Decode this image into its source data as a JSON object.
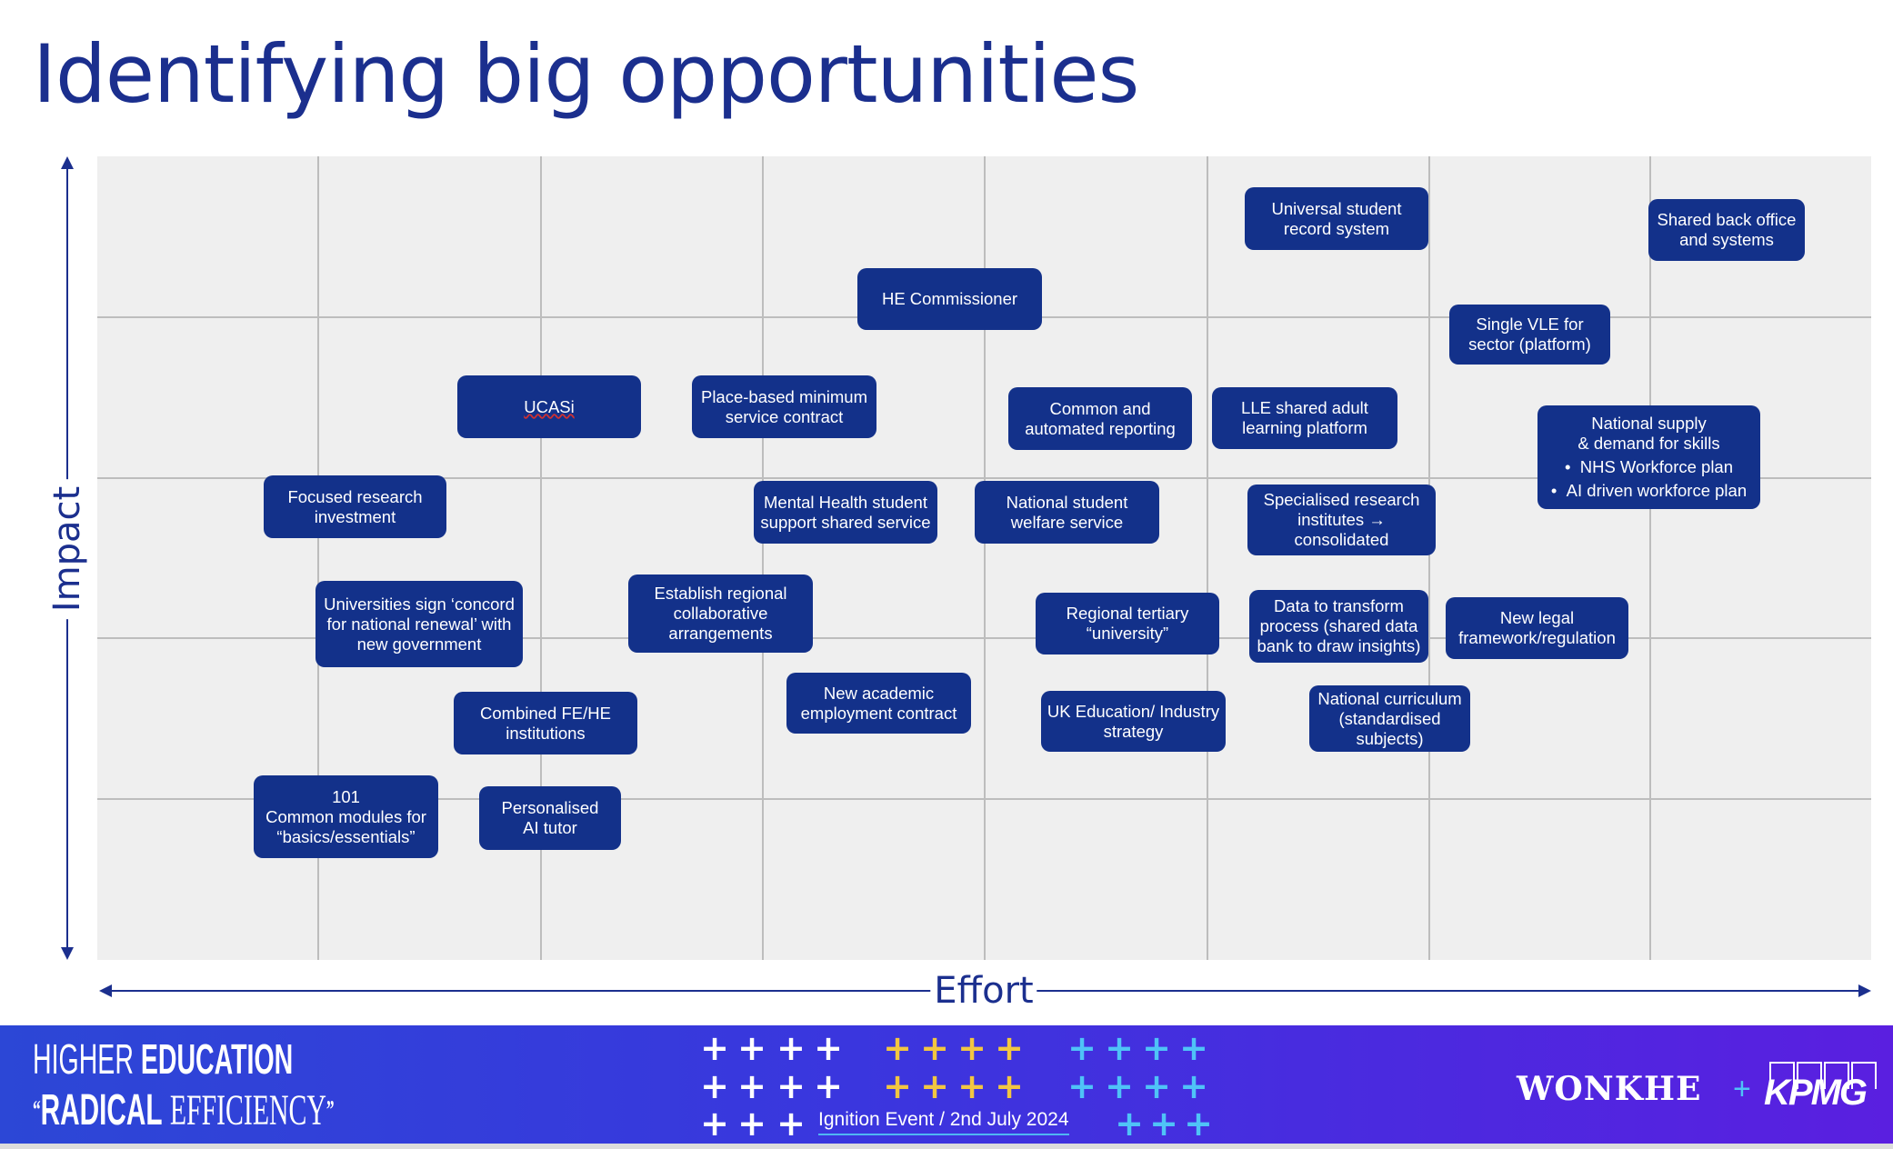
{
  "slide": {
    "title": "Identifying big opportunities",
    "y_axis_label": "Impact",
    "x_axis_label": "Effort"
  },
  "opportunities": [
    {
      "text": "Universal student\nrecord system"
    },
    {
      "text": "Shared back office\nand systems"
    },
    {
      "text": "HE Commissioner"
    },
    {
      "text": "Single VLE for\nsector (platform)"
    },
    {
      "text": "UCASi"
    },
    {
      "text": "Place-based minimum\nservice contract"
    },
    {
      "text": "Common and\nautomated reporting"
    },
    {
      "text": "LLE shared adult\nlearning platform"
    },
    {
      "text": "National supply\n& demand for skills",
      "bullets": [
        "NHS Workforce plan",
        "AI driven workforce plan"
      ]
    },
    {
      "text": "Focused research\ninvestment"
    },
    {
      "text": "Mental Health student\nsupport shared service"
    },
    {
      "text": "National student\nwelfare service"
    },
    {
      "text": "Specialised research\ninstitutes →\nconsolidated"
    },
    {
      "text": "Universities sign ‘concord\nfor national renewal’ with\nnew government"
    },
    {
      "text": "Establish regional\ncollaborative\narrangements"
    },
    {
      "text": "Regional tertiary\n“university”"
    },
    {
      "text": "Data to transform\nprocess (shared data\nbank to draw insights)"
    },
    {
      "text": "New legal\nframework/regulation"
    },
    {
      "text": "New academic\nemployment contract"
    },
    {
      "text": "UK Education/ Industry\nstrategy"
    },
    {
      "text": "National curriculum\n(standardised\nsubjects)"
    },
    {
      "text": "Combined FE/HE\ninstitutions"
    },
    {
      "text": "101\nCommon modules for\n“basics/essentials”"
    },
    {
      "text": "Personalised\nAI tutor"
    }
  ],
  "footer": {
    "brand_line1_a": "HIGHER",
    "brand_line1_b": "EDUCATION",
    "brand_open_quote": "“",
    "brand_line2_a": "RADICAL",
    "brand_line2_b": "EFFICIENCY",
    "brand_close_quote": "”",
    "event": "Ignition Event / 2nd July 2024",
    "partner1": "WONKHE",
    "plus": "+",
    "partner2": "KPMG",
    "colors": {
      "white": "#ffffff",
      "yellow": "#f2c641",
      "cyan": "#4fc3f7",
      "box": "#13318a",
      "title": "#1b2f8e"
    }
  }
}
